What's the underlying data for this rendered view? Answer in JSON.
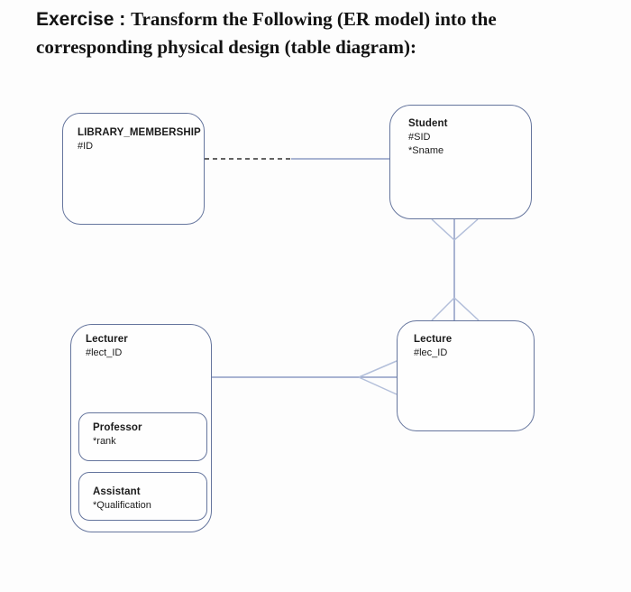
{
  "title": {
    "prefix": "Exercise : ",
    "rest": "Transform the Following (ER model) into the corresponding physical design (table diagram):"
  },
  "entities": {
    "library_membership": {
      "name": "LIBRARY_MEMBERSHIP",
      "attributes": [
        "#ID"
      ]
    },
    "student": {
      "name": "Student",
      "attributes": [
        "#SID",
        "*Sname"
      ]
    },
    "lecturer": {
      "name": "Lecturer",
      "attributes": [
        "#lect_ID"
      ]
    },
    "professor": {
      "name": "Professor",
      "attributes": [
        "*rank"
      ]
    },
    "assistant": {
      "name": "Assistant",
      "attributes": [
        "*Qualification"
      ]
    },
    "lecture": {
      "name": "Lecture",
      "attributes": [
        "#lec_ID"
      ]
    }
  },
  "relationships": [
    {
      "from": "LIBRARY_MEMBERSHIP",
      "to": "Student",
      "line": "dashed-then-solid"
    },
    {
      "from": "Student",
      "to": "Lecture",
      "cardinality": "many-to-many",
      "notation": "crow-foot-both-ends"
    },
    {
      "from": "Lecturer",
      "to": "Lecture",
      "cardinality": "one-to-many",
      "notation": "crow-foot-at-lecture"
    }
  ],
  "colors": {
    "box_border": "#65759d",
    "connector": "#8d9cc4",
    "crow_foot": "#b3bfda",
    "dashed_line": "#4d4d4d",
    "text": "#1b1b1b"
  }
}
